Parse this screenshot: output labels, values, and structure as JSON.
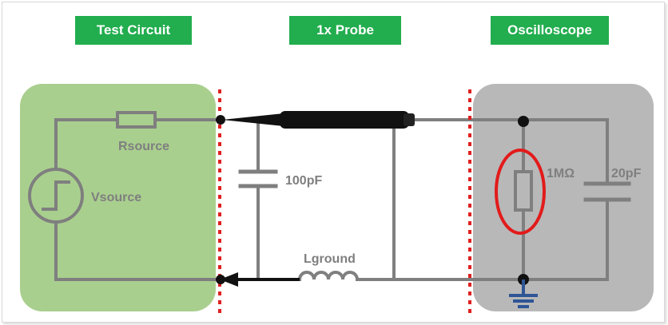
{
  "headers": {
    "test_circuit": "Test Circuit",
    "probe": "1x Probe",
    "oscilloscope": "Oscilloscope"
  },
  "labels": {
    "rsource": "Rsource",
    "vsource": "Vsource",
    "cap_probe": "100pF",
    "lground": "Lground",
    "r_scope": "1MΩ",
    "cap_scope": "20pF"
  },
  "colors": {
    "header_green": "#22ad4e",
    "test_circuit_bg": "#a9cf8e",
    "scope_bg": "#b8b8b8",
    "wire": "#7f7f7f",
    "divider_red": "#e02020",
    "highlight_red": "#e21b1b",
    "ground_blue": "#2f5597",
    "probe_black": "#111111"
  }
}
